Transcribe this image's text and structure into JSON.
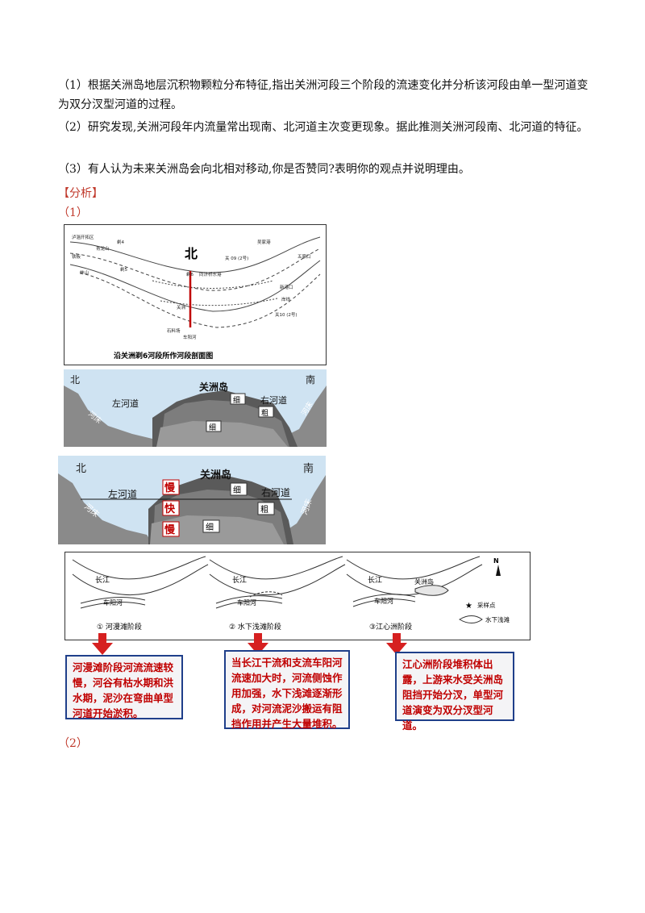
{
  "questions": [
    "（1）根据关洲岛地层沉积物颗粒分布特征,指出关洲河段三个阶段的流速变化并分析该河段由单一型河道变为双分汊型河道的过程。",
    "（2）研究发现,关洲河段年内流量常出现南、北河道主次变更现象。据此推测关洲河段南、北河道的特征。",
    "（3）有人认为未来关洲岛会向北相对移动,你是否赞同?表明你的观点并说明理由。"
  ],
  "analysis_heading": "【分析】",
  "part1_label": "（1）",
  "part2_label": "（2）",
  "map": {
    "north": "北",
    "caption": "沿关洲剃6河段所作河段剖面图",
    "labels": [
      "泸淄开拓区",
      "剃4",
      "青龙山",
      "铁板",
      "蚌山",
      "剃5",
      "剃6",
      "吴家港",
      "关 09 (2号)",
      "五家口",
      "关洲",
      "新港口",
      "岸线",
      "关10 (2号)",
      "石料场",
      "车阳河",
      "同济桥东港"
    ]
  },
  "section1": {
    "north": "北",
    "south": "南",
    "island": "关洲岛",
    "left": "左河道",
    "right": "右河道",
    "river_bed_left": "河床",
    "river_bed_right": "河床",
    "layers": [
      "细",
      "粗",
      "细"
    ]
  },
  "section2": {
    "north": "北",
    "south": "南",
    "island": "关洲岛",
    "left": "左河道",
    "right": "右河道",
    "river_bed_left": "河床",
    "river_bed_right": "河床",
    "layers": [
      "细",
      "粗",
      "细"
    ],
    "speeds": [
      "慢",
      "快",
      "慢"
    ]
  },
  "stages": {
    "north": "N",
    "river_labels": [
      "长江",
      "车阳河",
      "长江",
      "车阳河",
      "长江",
      "关洲岛",
      "车阳河"
    ],
    "names": [
      "①  河漫滩阶段",
      "②  水下浅滩阶段",
      "③江心洲阶段"
    ],
    "legend": [
      "采样点",
      "水下浅滩"
    ]
  },
  "boxes": [
    "河漫滩阶段河流流速较慢，河谷有枯水期和洪水期，泥沙在弯曲单型河道开始淤积。",
    "当长江干流和支流车阳河流速加大时，河流侧蚀作用加强，水下浅滩逐渐形成，对河流泥沙搬运有阻挡作用并产生大量堆积。",
    "江心洲阶段堆积体出露，上游来水受关洲岛阻挡开始分汊，单型河道演变为双分汊型河道。"
  ],
  "colors": {
    "accent_red": "#c0392b",
    "box_border": "#1f3f8a",
    "arrow": "#d62020"
  }
}
